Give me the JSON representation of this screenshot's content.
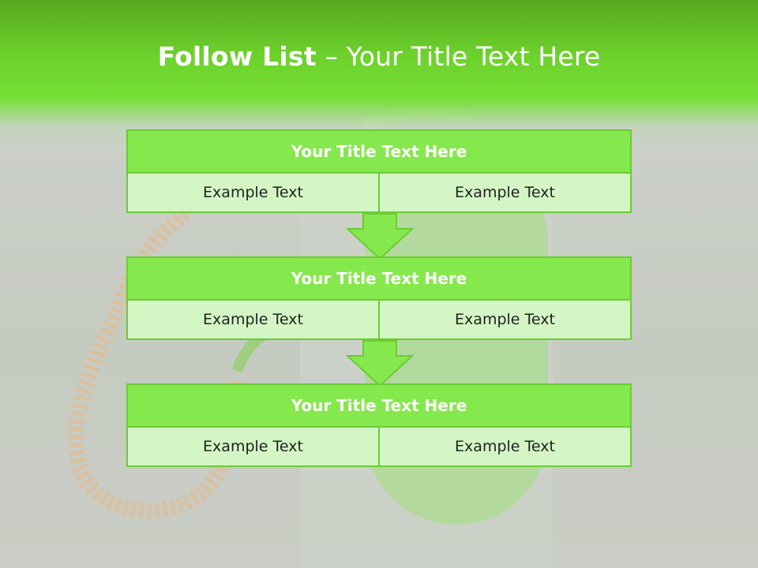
{
  "slide": {
    "title_bold": "Follow List",
    "title_rest": "– Your Title Text Here"
  },
  "rows": [
    {
      "title": "Your Title Text Here",
      "cells": [
        "Example Text",
        "Example Text"
      ]
    },
    {
      "title": "Your Title Text Here",
      "cells": [
        "Example Text",
        "Example Text"
      ]
    },
    {
      "title": "Your Title Text Here",
      "cells": [
        "Example Text",
        "Example Text"
      ]
    }
  ],
  "colors": {
    "header_green": "#6dd12c",
    "title_bar": "#85e84c",
    "cell_fill": "#d3f6c4",
    "border": "#6ccb34"
  }
}
